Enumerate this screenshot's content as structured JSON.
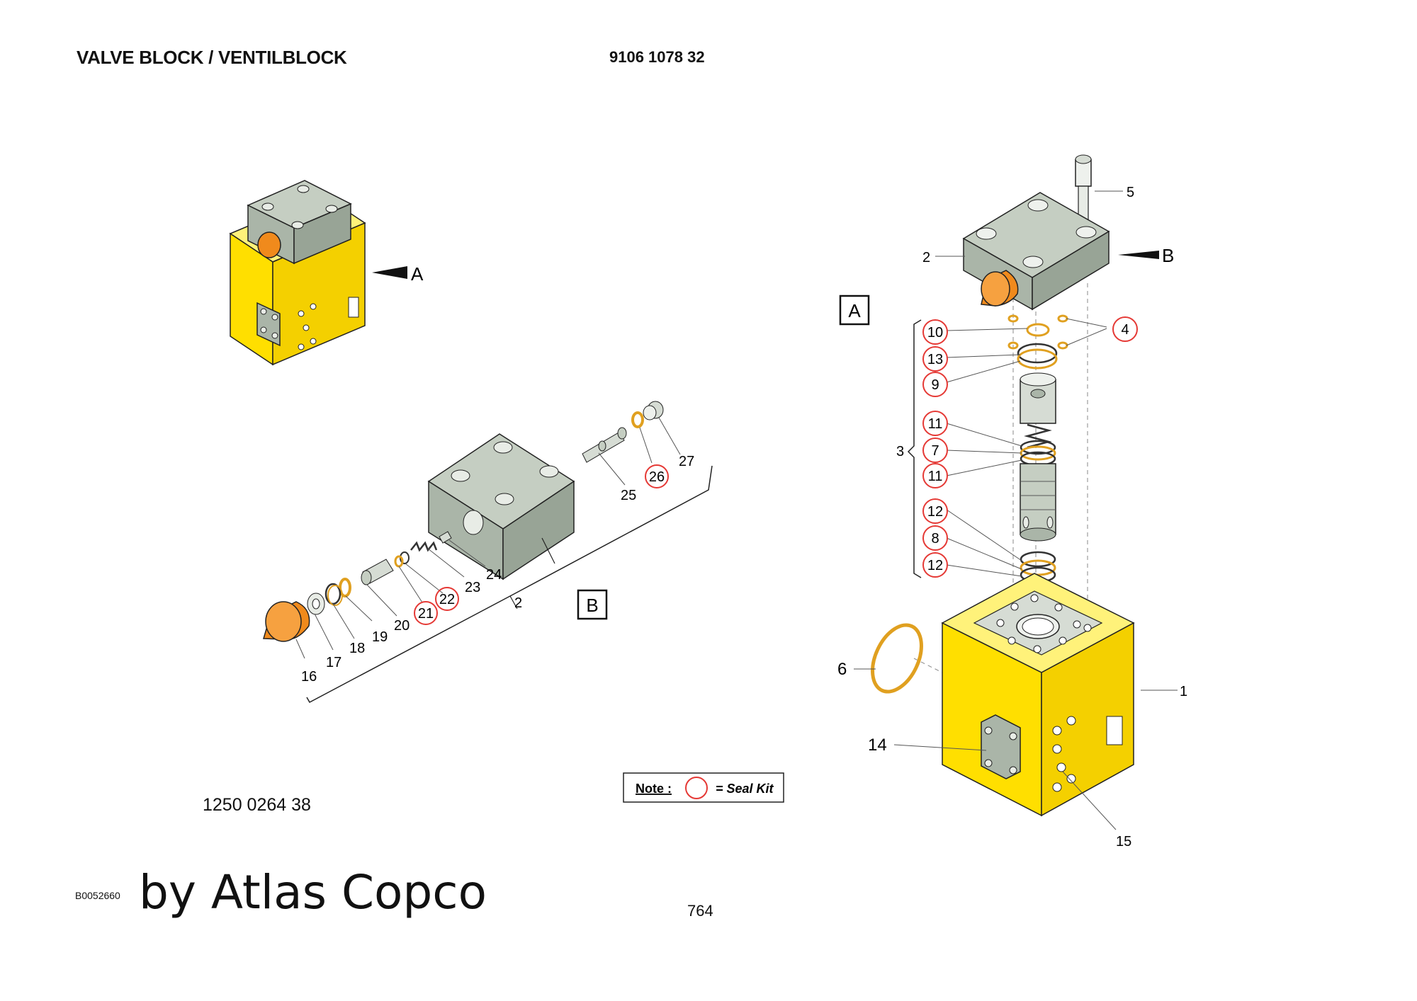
{
  "header": {
    "title": "VALVE BLOCK / VENTILBLOCK",
    "part_number": "9106 1078 32"
  },
  "assembly_code": "1250 0264 38",
  "footer": {
    "image_id": "B0052660",
    "brand": "by Atlas Copco",
    "page_number": "764"
  },
  "view_labels": {
    "a": "A",
    "b": "B"
  },
  "note": {
    "label": "Note :",
    "text": "= Seal Kit",
    "seal_circle_color": "#e53935"
  },
  "colors": {
    "block_yellow": "#ffdf00",
    "plate_grey": "#aab5a8",
    "plug_orange": "#f08a1c",
    "seal_ring": "#e0a020"
  },
  "callouts": {
    "n1": "1",
    "n2": "2",
    "n3": "3",
    "n4": "4",
    "n5": "5",
    "n6": "6",
    "n7": "7",
    "n8": "8",
    "n9": "9",
    "n10": "10",
    "n11": "11",
    "n12": "12",
    "n13": "13",
    "n14": "14",
    "n15": "15",
    "n16": "16",
    "n17": "17",
    "n18": "18",
    "n19": "19",
    "n20": "20",
    "n21": "21",
    "n22": "22",
    "n23": "23",
    "n24": "24",
    "n25": "25",
    "n26": "26",
    "n27": "27"
  }
}
